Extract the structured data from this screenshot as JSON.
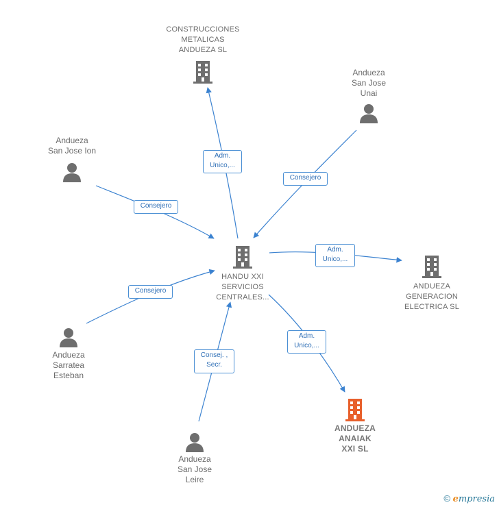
{
  "nodes": {
    "center": {
      "label": "HANDU XXI\nSERVICIOS\nCENTRALES..."
    },
    "construcciones": {
      "label": "CONSTRUCCIONES\nMETALICAS\nANDUEZA  SL"
    },
    "unai": {
      "label": "Andueza\nSan Jose\nUnai"
    },
    "ion": {
      "label": "Andueza\nSan Jose Ion"
    },
    "generacion": {
      "label": "ANDUEZA\nGENERACION\nELECTRICA  SL"
    },
    "esteban": {
      "label": "Andueza\nSarratea\nEsteban"
    },
    "leire": {
      "label": "Andueza\nSan Jose\nLeire"
    },
    "anaiak": {
      "label": "ANDUEZA\nANAIAK\nXXI  SL"
    }
  },
  "edges": {
    "construcciones": {
      "label": "Adm.\nUnico,..."
    },
    "unai": {
      "label": "Consejero"
    },
    "ion": {
      "label": "Consejero"
    },
    "generacion": {
      "label": "Adm.\nUnico,..."
    },
    "esteban": {
      "label": "Consejero"
    },
    "leire": {
      "label": "Consej. ,\nSecr."
    },
    "anaiak": {
      "label": "Adm.\nUnico,..."
    }
  },
  "colors": {
    "edge": "#3b82d0",
    "node_icon": "#6e6e6e",
    "highlight_icon": "#e8602c"
  },
  "footer": {
    "copyright": "©",
    "brand_first": "e",
    "brand_rest": "mpresia"
  }
}
